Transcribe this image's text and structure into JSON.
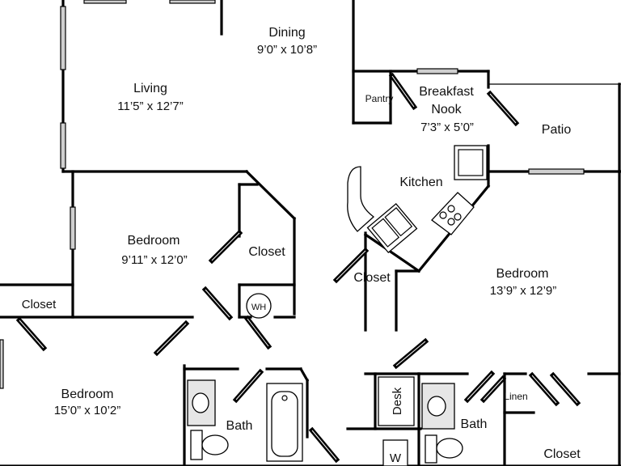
{
  "rooms": {
    "dining": {
      "name": "Dining",
      "dims": "9’0” x 10’8”"
    },
    "living": {
      "name": "Living",
      "dims": "11’5” x 12’7”"
    },
    "pantry": {
      "name": "Pantry"
    },
    "breakfast_nook": {
      "name_line1": "Breakfast",
      "name_line2": "Nook",
      "dims": "7’3” x 5’0”"
    },
    "patio": {
      "name": "Patio"
    },
    "kitchen": {
      "name": "Kitchen"
    },
    "bedroom_center": {
      "name": "Bedroom",
      "dims": "9’11” x 12’0”"
    },
    "closet_center": {
      "name": "Closet"
    },
    "closet_kitchen": {
      "name": "Closet"
    },
    "bedroom_right": {
      "name": "Bedroom",
      "dims": "13’9” x 12’9”"
    },
    "closet_left": {
      "name": "Closet"
    },
    "bedroom_left": {
      "name": "Bedroom",
      "dims": "15’0” x 10’2”"
    },
    "bath_left": {
      "name": "Bath"
    },
    "desk": {
      "name": "Desk"
    },
    "bath_right": {
      "name": "Bath"
    },
    "linen": {
      "name": "Linen"
    },
    "closet_bottom_right": {
      "name": "Closet"
    }
  },
  "fixtures": {
    "water_heater": "WH",
    "washer": "W"
  }
}
